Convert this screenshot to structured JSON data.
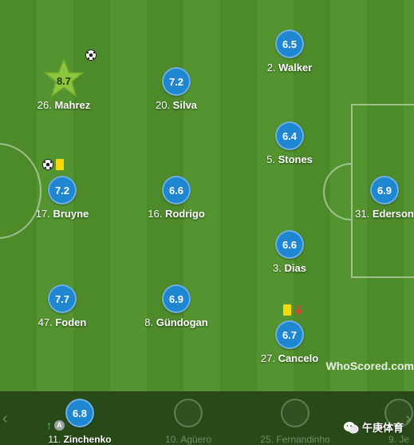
{
  "players": [
    {
      "id": "mahrez",
      "rating": "8.7",
      "number": "26.",
      "name": "Mahrez",
      "motm": true
    },
    {
      "id": "silva",
      "rating": "7.2",
      "number": "20.",
      "name": "Silva"
    },
    {
      "id": "walker",
      "rating": "6.5",
      "number": "2.",
      "name": "Walker"
    },
    {
      "id": "stones",
      "rating": "6.4",
      "number": "5.",
      "name": "Stones"
    },
    {
      "id": "bruyne",
      "rating": "7.2",
      "number": "17.",
      "name": "Bruyne"
    },
    {
      "id": "rodrigo",
      "rating": "6.6",
      "number": "16.",
      "name": "Rodrigo"
    },
    {
      "id": "ederson",
      "rating": "6.9",
      "number": "31.",
      "name": "Ederson"
    },
    {
      "id": "dias",
      "rating": "6.6",
      "number": "3.",
      "name": "Dias"
    },
    {
      "id": "foden",
      "rating": "7.7",
      "number": "47.",
      "name": "Foden"
    },
    {
      "id": "gundogan",
      "rating": "6.9",
      "number": "8.",
      "name": "Gündogan"
    },
    {
      "id": "cancelo",
      "rating": "6.7",
      "number": "27.",
      "name": "Cancelo"
    }
  ],
  "bench": [
    {
      "rating": "6.8",
      "number": "11.",
      "name": "Zinchenko",
      "assist_badge": "A"
    },
    {
      "number": "10.",
      "name": "Agüero"
    },
    {
      "number": "25.",
      "name": "Fernandinho"
    },
    {
      "number": "9.",
      "name": "Je"
    }
  ],
  "nav": {
    "prev": "‹",
    "next": "›"
  },
  "watermark": "WhoScored.com",
  "wechat_label": "午庚体育",
  "colors": {
    "rating_blue": "#1f86d1",
    "motm_star": "#8cc63f",
    "yellow_card": "#f5d90a",
    "sub_in": "#3ee05c",
    "sub_out": "#e53935"
  }
}
